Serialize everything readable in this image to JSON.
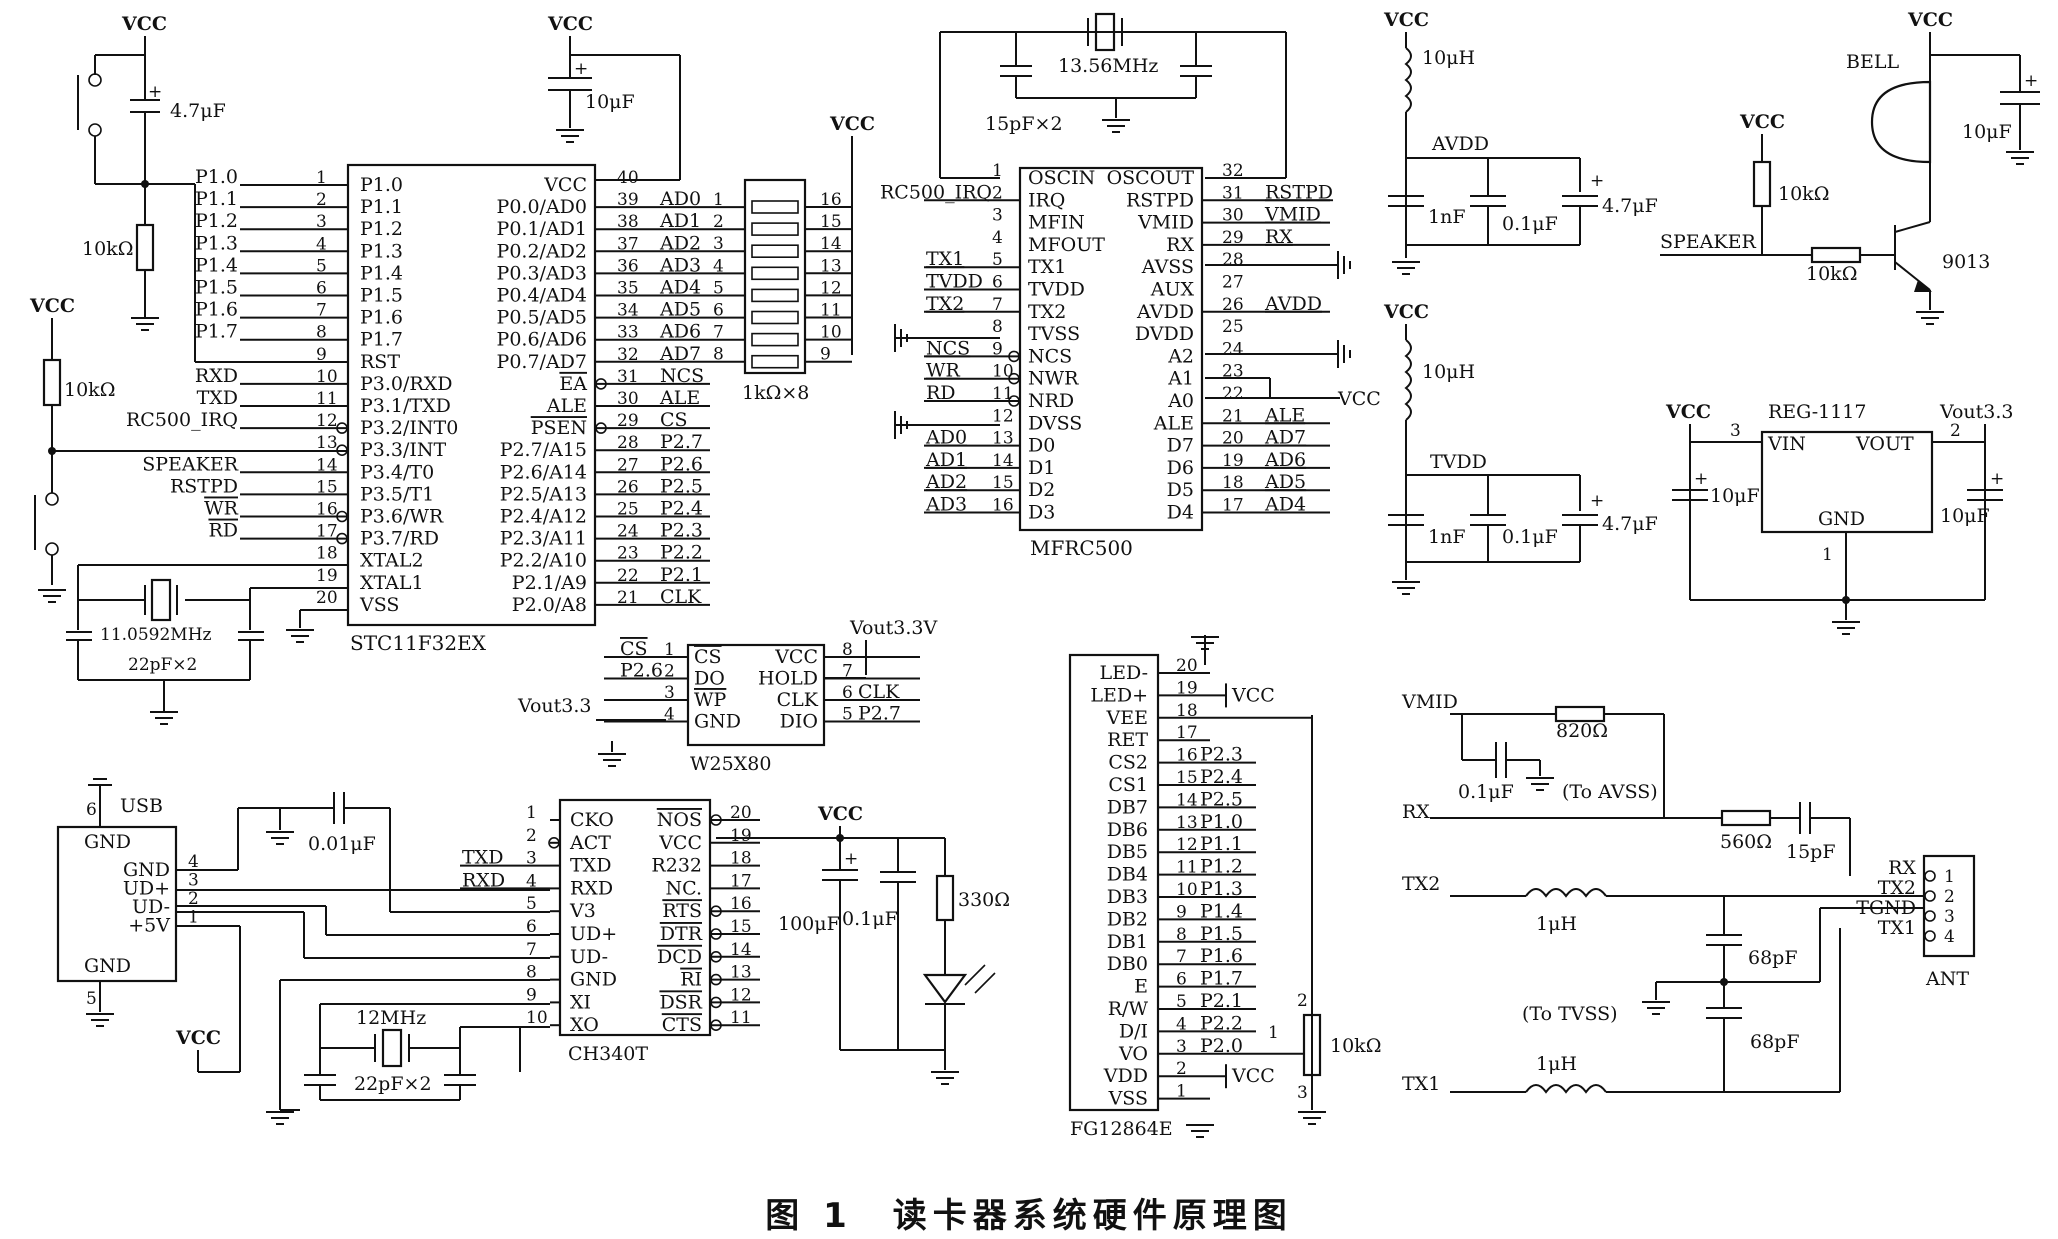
{
  "caption": "图 1　读卡器系统硬件原理图",
  "mcu": {
    "name": "STC11F32EX",
    "left_pins": [
      {
        "n": "1",
        "pin": "P1.0",
        "net": "P1.0"
      },
      {
        "n": "2",
        "pin": "P1.1",
        "net": "P1.1"
      },
      {
        "n": "3",
        "pin": "P1.2",
        "net": "P1.2"
      },
      {
        "n": "4",
        "pin": "P1.3",
        "net": "P1.3"
      },
      {
        "n": "5",
        "pin": "P1.4",
        "net": "P1.4"
      },
      {
        "n": "6",
        "pin": "P1.5",
        "net": "P1.5"
      },
      {
        "n": "7",
        "pin": "P1.6",
        "net": "P1.6"
      },
      {
        "n": "8",
        "pin": "P1.7",
        "net": "P1.7"
      },
      {
        "n": "9",
        "pin": "RST",
        "net": ""
      },
      {
        "n": "10",
        "pin": "P3.0/RXD",
        "net": "RXD"
      },
      {
        "n": "11",
        "pin": "P3.1/TXD",
        "net": "TXD"
      },
      {
        "n": "12",
        "pin": "P3.2/INT0",
        "net": "RC500_IRQ"
      },
      {
        "n": "13",
        "pin": "P3.3/INT",
        "net": ""
      },
      {
        "n": "14",
        "pin": "P3.4/T0",
        "net": "SPEAKER"
      },
      {
        "n": "15",
        "pin": "P3.5/T1",
        "net": "RSTPD"
      },
      {
        "n": "16",
        "pin": "P3.6/WR",
        "net": "WR"
      },
      {
        "n": "17",
        "pin": "P3.7/RD",
        "net": "RD"
      },
      {
        "n": "18",
        "pin": "XTAL2",
        "net": ""
      },
      {
        "n": "19",
        "pin": "XTAL1",
        "net": ""
      },
      {
        "n": "20",
        "pin": "VSS",
        "net": ""
      }
    ],
    "right_pins": [
      {
        "n": "40",
        "pin": "VCC",
        "net": ""
      },
      {
        "n": "39",
        "pin": "P0.0/AD0",
        "net": "AD0"
      },
      {
        "n": "38",
        "pin": "P0.1/AD1",
        "net": "AD1"
      },
      {
        "n": "37",
        "pin": "P0.2/AD2",
        "net": "AD2"
      },
      {
        "n": "36",
        "pin": "P0.3/AD3",
        "net": "AD3"
      },
      {
        "n": "35",
        "pin": "P0.4/AD4",
        "net": "AD4"
      },
      {
        "n": "34",
        "pin": "P0.5/AD5",
        "net": "AD5"
      },
      {
        "n": "33",
        "pin": "P0.6/AD6",
        "net": "AD6"
      },
      {
        "n": "32",
        "pin": "P0.7/AD7",
        "net": "AD7"
      },
      {
        "n": "31",
        "pin": "EA",
        "net": "NCS"
      },
      {
        "n": "30",
        "pin": "ALE",
        "net": "ALE"
      },
      {
        "n": "29",
        "pin": "PSEN",
        "net": "CS"
      },
      {
        "n": "28",
        "pin": "P2.7/A15",
        "net": "P2.7"
      },
      {
        "n": "27",
        "pin": "P2.6/A14",
        "net": "P2.6"
      },
      {
        "n": "26",
        "pin": "P2.5/A13",
        "net": "P2.5"
      },
      {
        "n": "25",
        "pin": "P2.4/A12",
        "net": "P2.4"
      },
      {
        "n": "24",
        "pin": "P2.3/A11",
        "net": "P2.3"
      },
      {
        "n": "23",
        "pin": "P2.2/A10",
        "net": "P2.2"
      },
      {
        "n": "22",
        "pin": "P2.1/A9",
        "net": "P2.1"
      },
      {
        "n": "21",
        "pin": "P2.0/A8",
        "net": "CLK"
      }
    ]
  },
  "mcu_parts": {
    "vcc": "VCC",
    "cap_reset": "4.7μF",
    "res_reset": "10kΩ",
    "res_int": "10kΩ",
    "cap_vcc": "10μF",
    "crystal": "11.0592MHz",
    "crystal_caps": "22pF×2",
    "resnet": "1kΩ×8",
    "resnet_pins_right": [
      "16",
      "15",
      "14",
      "13",
      "12",
      "11",
      "10",
      "9"
    ],
    "resnet_pins_left": [
      "1",
      "2",
      "3",
      "4",
      "5",
      "6",
      "7",
      "8"
    ]
  },
  "rc500": {
    "name": "MFRC500",
    "crystal": "13.56MHz",
    "caps": "15pF×2",
    "vcc": "VCC",
    "left_pins": [
      {
        "n": "1",
        "pin": "OSCIN",
        "net": ""
      },
      {
        "n": "2",
        "pin": "IRQ",
        "net": "RC500_IRQ"
      },
      {
        "n": "3",
        "pin": "MFIN",
        "net": ""
      },
      {
        "n": "4",
        "pin": "MFOUT",
        "net": ""
      },
      {
        "n": "5",
        "pin": "TX1",
        "net": "TX1"
      },
      {
        "n": "6",
        "pin": "TVDD",
        "net": "TVDD"
      },
      {
        "n": "7",
        "pin": "TX2",
        "net": "TX2"
      },
      {
        "n": "8",
        "pin": "TVSS",
        "net": ""
      },
      {
        "n": "9",
        "pin": "NCS",
        "net": "NCS"
      },
      {
        "n": "10",
        "pin": "NWR",
        "net": "WR"
      },
      {
        "n": "11",
        "pin": "NRD",
        "net": "RD"
      },
      {
        "n": "12",
        "pin": "DVSS",
        "net": ""
      },
      {
        "n": "13",
        "pin": "D0",
        "net": "AD0"
      },
      {
        "n": "14",
        "pin": "D1",
        "net": "AD1"
      },
      {
        "n": "15",
        "pin": "D2",
        "net": "AD2"
      },
      {
        "n": "16",
        "pin": "D3",
        "net": "AD3"
      }
    ],
    "right_pins": [
      {
        "n": "32",
        "pin": "OSCOUT",
        "net": ""
      },
      {
        "n": "31",
        "pin": "RSTPD",
        "net": "RSTPD"
      },
      {
        "n": "30",
        "pin": "VMID",
        "net": "VMID"
      },
      {
        "n": "29",
        "pin": "RX",
        "net": "RX"
      },
      {
        "n": "28",
        "pin": "AVSS",
        "net": ""
      },
      {
        "n": "27",
        "pin": "AUX",
        "net": ""
      },
      {
        "n": "26",
        "pin": "AVDD",
        "net": "AVDD"
      },
      {
        "n": "25",
        "pin": "DVDD",
        "net": ""
      },
      {
        "n": "24",
        "pin": "A2",
        "net": ""
      },
      {
        "n": "23",
        "pin": "A1",
        "net": ""
      },
      {
        "n": "22",
        "pin": "A0",
        "net": ""
      },
      {
        "n": "21",
        "pin": "ALE",
        "net": "ALE"
      },
      {
        "n": "20",
        "pin": "D7",
        "net": "AD7"
      },
      {
        "n": "19",
        "pin": "D6",
        "net": "AD6"
      },
      {
        "n": "18",
        "pin": "D5",
        "net": "AD5"
      },
      {
        "n": "17",
        "pin": "D4",
        "net": "AD4"
      }
    ]
  },
  "power_filters": {
    "vcc": "VCC",
    "ind1": "10μH",
    "net1": "AVDD",
    "c1a": "1nF",
    "c1b": "0.1μF",
    "c1c": "4.7μF",
    "ind2": "10μH",
    "net2": "TVDD",
    "c2a": "1nF",
    "c2b": "0.1μF",
    "c2c": "4.7μF"
  },
  "buzzer": {
    "vcc": "VCC",
    "bell": "BELL",
    "cap": "10μF",
    "res1": "10kΩ",
    "res2": "10kΩ",
    "speaker": "SPEAKER",
    "transistor": "9013"
  },
  "regulator": {
    "name": "REG-1117",
    "vin": "VIN",
    "vout": "VOUT",
    "gnd": "GND",
    "pin_in": "3",
    "pin_out": "2",
    "pin_gnd": "1",
    "vcc": "VCC",
    "vout_net": "Vout3.3",
    "cap_in": "10μF",
    "cap_out": "10μF"
  },
  "flash": {
    "name": "W25X80",
    "supply": "Vout3.3V",
    "vout": "Vout3.3",
    "left_pins": [
      {
        "n": "1",
        "pin": "CS",
        "net": "CS"
      },
      {
        "n": "2",
        "pin": "DO",
        "net": "P2.6"
      },
      {
        "n": "3",
        "pin": "WP",
        "net": ""
      },
      {
        "n": "4",
        "pin": "GND",
        "net": ""
      }
    ],
    "right_pins": [
      {
        "n": "8",
        "pin": "VCC",
        "net": ""
      },
      {
        "n": "7",
        "pin": "HOLD",
        "net": ""
      },
      {
        "n": "6",
        "pin": "CLK",
        "net": "CLK"
      },
      {
        "n": "5",
        "pin": "DIO",
        "net": "P2.7"
      }
    ]
  },
  "usb": {
    "name": "USB",
    "gnd": "GND",
    "pin_top": "6",
    "pin_bottom": "5",
    "pins": [
      {
        "n": "4",
        "pin": "GND"
      },
      {
        "n": "3",
        "pin": "UD+"
      },
      {
        "n": "2",
        "pin": "UD-"
      },
      {
        "n": "1",
        "pin": "+5V"
      }
    ],
    "cap": "0.01μF",
    "vcc": "VCC"
  },
  "ch340": {
    "name": "CH340T",
    "crystal": "12MHz",
    "caps": "22pF×2",
    "left_pins": [
      {
        "n": "1",
        "pin": "CKO",
        "net": ""
      },
      {
        "n": "2",
        "pin": "ACT",
        "net": ""
      },
      {
        "n": "3",
        "pin": "TXD",
        "net": "TXD"
      },
      {
        "n": "4",
        "pin": "RXD",
        "net": "RXD"
      },
      {
        "n": "5",
        "pin": "V3",
        "net": ""
      },
      {
        "n": "6",
        "pin": "UD+",
        "net": ""
      },
      {
        "n": "7",
        "pin": "UD-",
        "net": ""
      },
      {
        "n": "8",
        "pin": "GND",
        "net": ""
      },
      {
        "n": "9",
        "pin": "XI",
        "net": ""
      },
      {
        "n": "10",
        "pin": "XO",
        "net": ""
      }
    ],
    "right_pins": [
      {
        "n": "20",
        "pin": "NOS"
      },
      {
        "n": "19",
        "pin": "VCC"
      },
      {
        "n": "18",
        "pin": "R232"
      },
      {
        "n": "17",
        "pin": "NC."
      },
      {
        "n": "16",
        "pin": "RTS"
      },
      {
        "n": "15",
        "pin": "DTR"
      },
      {
        "n": "14",
        "pin": "DCD"
      },
      {
        "n": "13",
        "pin": "RI"
      },
      {
        "n": "12",
        "pin": "DSR"
      },
      {
        "n": "11",
        "pin": "CTS"
      }
    ],
    "vcc": "VCC",
    "cap1": "100μF",
    "cap2": "0.1μF",
    "res": "330Ω"
  },
  "lcd": {
    "name": "FG12864E",
    "vcc": "VCC",
    "pot": "10kΩ",
    "pot_pins": [
      "1",
      "2",
      "3"
    ],
    "pins": [
      {
        "n": "20",
        "pin": "LED-",
        "net": ""
      },
      {
        "n": "19",
        "pin": "LED+",
        "net": "VCC"
      },
      {
        "n": "18",
        "pin": "VEE",
        "net": ""
      },
      {
        "n": "17",
        "pin": "RET",
        "net": ""
      },
      {
        "n": "16",
        "pin": "CS2",
        "net": "P2.3"
      },
      {
        "n": "15",
        "pin": "CS1",
        "net": "P2.4"
      },
      {
        "n": "14",
        "pin": "DB7",
        "net": "P2.5"
      },
      {
        "n": "13",
        "pin": "DB6",
        "net": "P1.0"
      },
      {
        "n": "12",
        "pin": "DB5",
        "net": "P1.1"
      },
      {
        "n": "11",
        "pin": "DB4",
        "net": "P1.2"
      },
      {
        "n": "10",
        "pin": "DB3",
        "net": "P1.3"
      },
      {
        "n": "9",
        "pin": "DB2",
        "net": "P1.4"
      },
      {
        "n": "8",
        "pin": "DB1",
        "net": "P1.5"
      },
      {
        "n": "7",
        "pin": "DB0",
        "net": "P1.6"
      },
      {
        "n": "6",
        "pin": "E",
        "net": "P1.7"
      },
      {
        "n": "5",
        "pin": "R/W",
        "net": "P2.1"
      },
      {
        "n": "4",
        "pin": "D/I",
        "net": "P2.2"
      },
      {
        "n": "3",
        "pin": "VO",
        "net": "P2.0"
      },
      {
        "n": "2",
        "pin": "VDD",
        "net": "VCC"
      },
      {
        "n": "1",
        "pin": "VSS",
        "net": ""
      }
    ]
  },
  "antenna": {
    "name": "ANT",
    "vmid": "VMID",
    "res1": "820Ω",
    "cap_vmid": "0.1μF",
    "to_avss": "(To AVSS)",
    "rx": "RX",
    "res2": "560Ω",
    "cap_rx": "15pF",
    "tx2": "TX2",
    "tx1": "TX1",
    "ind1": "1μH",
    "ind2": "1μH",
    "cap_a": "68pF",
    "cap_b": "68pF",
    "to_tvss": "(To TVSS)",
    "pins": [
      {
        "n": "1",
        "net": "RX"
      },
      {
        "n": "2",
        "net": "TX2"
      },
      {
        "n": "3",
        "net": "TGND"
      },
      {
        "n": "4",
        "net": "TX1"
      }
    ]
  }
}
